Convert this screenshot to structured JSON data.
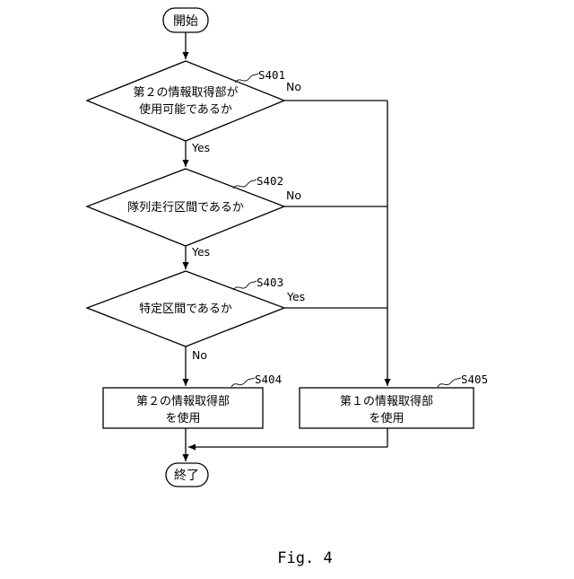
{
  "flowchart": {
    "start": "開始",
    "end": "終了",
    "decisions": [
      {
        "id": "S401",
        "lines": [
          "第２の情報取得部が",
          "使用可能であるか"
        ],
        "exit_right": "No",
        "exit_down": "Yes"
      },
      {
        "id": "S402",
        "lines": [
          "隊列走行区間であるか"
        ],
        "exit_right": "No",
        "exit_down": "Yes"
      },
      {
        "id": "S403",
        "lines": [
          "特定区間であるか"
        ],
        "exit_right": "Yes",
        "exit_down": "No"
      }
    ],
    "processes": [
      {
        "id": "S404",
        "lines": [
          "第２の情報取得部",
          "を使用"
        ]
      },
      {
        "id": "S405",
        "lines": [
          "第１の情報取得部",
          "を使用"
        ]
      }
    ]
  },
  "caption": "Fig. 4"
}
